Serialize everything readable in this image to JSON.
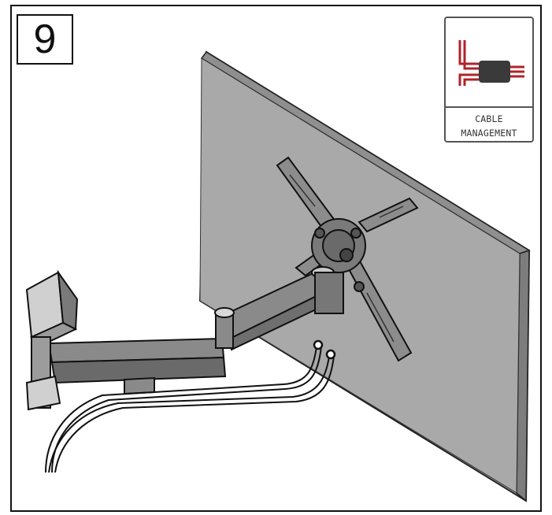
{
  "step": {
    "number": "9"
  },
  "badge": {
    "line1": "CABLE",
    "line2": "MANAGEMENT",
    "icon": "cable-management-icon",
    "accent_color": "#b0232a"
  },
  "illustration": {
    "subject": "tv-wall-mount-arm-with-cables",
    "panel_color": "#a6a6a6",
    "mount_color": "#7a7a7a"
  }
}
